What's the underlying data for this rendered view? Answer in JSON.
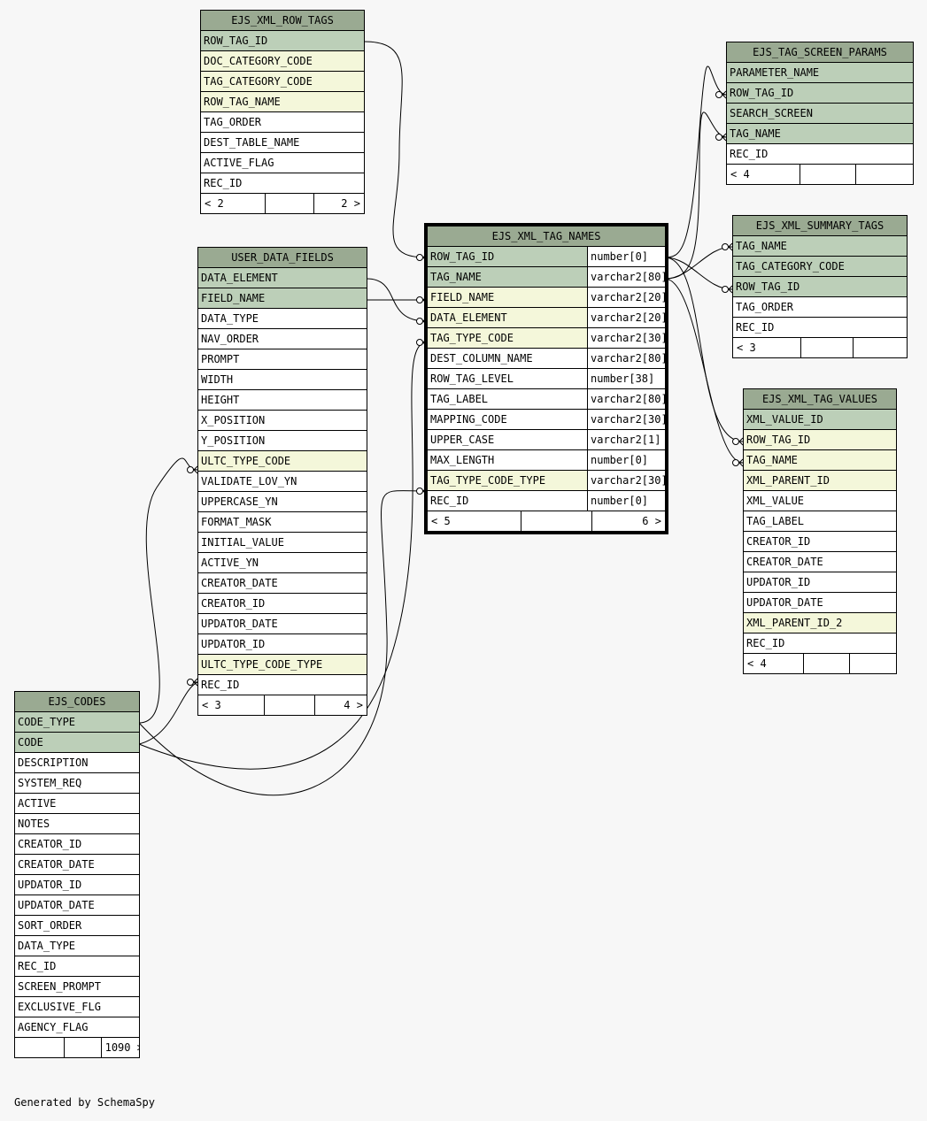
{
  "footer_text": "Generated by SchemaSpy",
  "tables": {
    "ejs_xml_row_tags": {
      "name": "EJS_XML_ROW_TAGS",
      "columns": [
        {
          "name": "ROW_TAG_ID",
          "kind": "pk"
        },
        {
          "name": "DOC_CATEGORY_CODE",
          "kind": "fk"
        },
        {
          "name": "TAG_CATEGORY_CODE",
          "kind": "fk"
        },
        {
          "name": "ROW_TAG_NAME",
          "kind": "fk"
        },
        {
          "name": "TAG_ORDER",
          "kind": "plain"
        },
        {
          "name": "DEST_TABLE_NAME",
          "kind": "plain"
        },
        {
          "name": "ACTIVE_FLAG",
          "kind": "plain"
        },
        {
          "name": "REC_ID",
          "kind": "plain"
        }
      ],
      "footer": {
        "left": "< 2",
        "middle": "",
        "right": "2 >"
      }
    },
    "user_data_fields": {
      "name": "USER_DATA_FIELDS",
      "columns": [
        {
          "name": "DATA_ELEMENT",
          "kind": "pk"
        },
        {
          "name": "FIELD_NAME",
          "kind": "pk"
        },
        {
          "name": "DATA_TYPE",
          "kind": "plain"
        },
        {
          "name": "NAV_ORDER",
          "kind": "plain"
        },
        {
          "name": "PROMPT",
          "kind": "plain"
        },
        {
          "name": "WIDTH",
          "kind": "plain"
        },
        {
          "name": "HEIGHT",
          "kind": "plain"
        },
        {
          "name": "X_POSITION",
          "kind": "plain"
        },
        {
          "name": "Y_POSITION",
          "kind": "plain"
        },
        {
          "name": "ULTC_TYPE_CODE",
          "kind": "fk"
        },
        {
          "name": "VALIDATE_LOV_YN",
          "kind": "plain"
        },
        {
          "name": "UPPERCASE_YN",
          "kind": "plain"
        },
        {
          "name": "FORMAT_MASK",
          "kind": "plain"
        },
        {
          "name": "INITIAL_VALUE",
          "kind": "plain"
        },
        {
          "name": "ACTIVE_YN",
          "kind": "plain"
        },
        {
          "name": "CREATOR_DATE",
          "kind": "plain"
        },
        {
          "name": "CREATOR_ID",
          "kind": "plain"
        },
        {
          "name": "UPDATOR_DATE",
          "kind": "plain"
        },
        {
          "name": "UPDATOR_ID",
          "kind": "plain"
        },
        {
          "name": "ULTC_TYPE_CODE_TYPE",
          "kind": "fk"
        },
        {
          "name": "REC_ID",
          "kind": "plain"
        }
      ],
      "footer": {
        "left": "< 3",
        "middle": "",
        "right": "4 >"
      }
    },
    "ejs_codes": {
      "name": "EJS_CODES",
      "columns": [
        {
          "name": "CODE_TYPE",
          "kind": "pk"
        },
        {
          "name": "CODE",
          "kind": "pk"
        },
        {
          "name": "DESCRIPTION",
          "kind": "plain"
        },
        {
          "name": "SYSTEM_REQ",
          "kind": "plain"
        },
        {
          "name": "ACTIVE",
          "kind": "plain"
        },
        {
          "name": "NOTES",
          "kind": "plain"
        },
        {
          "name": "CREATOR_ID",
          "kind": "plain"
        },
        {
          "name": "CREATOR_DATE",
          "kind": "plain"
        },
        {
          "name": "UPDATOR_ID",
          "kind": "plain"
        },
        {
          "name": "UPDATOR_DATE",
          "kind": "plain"
        },
        {
          "name": "SORT_ORDER",
          "kind": "plain"
        },
        {
          "name": "DATA_TYPE",
          "kind": "plain"
        },
        {
          "name": "REC_ID",
          "kind": "plain"
        },
        {
          "name": "SCREEN_PROMPT",
          "kind": "plain"
        },
        {
          "name": "EXCLUSIVE_FLG",
          "kind": "plain"
        },
        {
          "name": "AGENCY_FLAG",
          "kind": "plain"
        }
      ],
      "footer": {
        "left": "",
        "middle": "",
        "right": "1090 >"
      }
    },
    "ejs_xml_tag_names": {
      "name": "EJS_XML_TAG_NAMES",
      "columns": [
        {
          "name": "ROW_TAG_ID",
          "type": "number[0]",
          "kind": "pk"
        },
        {
          "name": "TAG_NAME",
          "type": "varchar2[80]",
          "kind": "pk"
        },
        {
          "name": "FIELD_NAME",
          "type": "varchar2[20]",
          "kind": "fk"
        },
        {
          "name": "DATA_ELEMENT",
          "type": "varchar2[20]",
          "kind": "fk"
        },
        {
          "name": "TAG_TYPE_CODE",
          "type": "varchar2[30]",
          "kind": "fk"
        },
        {
          "name": "DEST_COLUMN_NAME",
          "type": "varchar2[80]",
          "kind": "plain"
        },
        {
          "name": "ROW_TAG_LEVEL",
          "type": "number[38]",
          "kind": "plain"
        },
        {
          "name": "TAG_LABEL",
          "type": "varchar2[80]",
          "kind": "plain"
        },
        {
          "name": "MAPPING_CODE",
          "type": "varchar2[30]",
          "kind": "plain"
        },
        {
          "name": "UPPER_CASE",
          "type": "varchar2[1]",
          "kind": "plain"
        },
        {
          "name": "MAX_LENGTH",
          "type": "number[0]",
          "kind": "plain"
        },
        {
          "name": "TAG_TYPE_CODE_TYPE",
          "type": "varchar2[30]",
          "kind": "fk"
        },
        {
          "name": "REC_ID",
          "type": "number[0]",
          "kind": "plain"
        }
      ],
      "footer": {
        "left": "< 5",
        "middle": "",
        "right": "6 >"
      }
    },
    "ejs_tag_screen_params": {
      "name": "EJS_TAG_SCREEN_PARAMS",
      "columns": [
        {
          "name": "PARAMETER_NAME",
          "kind": "pk"
        },
        {
          "name": "ROW_TAG_ID",
          "kind": "pk"
        },
        {
          "name": "SEARCH_SCREEN",
          "kind": "pk"
        },
        {
          "name": "TAG_NAME",
          "kind": "pk"
        },
        {
          "name": "REC_ID",
          "kind": "plain"
        }
      ],
      "footer": {
        "left": "< 4",
        "middle": "",
        "right": ""
      }
    },
    "ejs_xml_summary_tags": {
      "name": "EJS_XML_SUMMARY_TAGS",
      "columns": [
        {
          "name": "TAG_NAME",
          "kind": "pk"
        },
        {
          "name": "TAG_CATEGORY_CODE",
          "kind": "pk"
        },
        {
          "name": "ROW_TAG_ID",
          "kind": "pk"
        },
        {
          "name": "TAG_ORDER",
          "kind": "plain"
        },
        {
          "name": "REC_ID",
          "kind": "plain"
        }
      ],
      "footer": {
        "left": "< 3",
        "middle": "",
        "right": ""
      }
    },
    "ejs_xml_tag_values": {
      "name": "EJS_XML_TAG_VALUES",
      "columns": [
        {
          "name": "XML_VALUE_ID",
          "kind": "pk"
        },
        {
          "name": "ROW_TAG_ID",
          "kind": "fk"
        },
        {
          "name": "TAG_NAME",
          "kind": "fk"
        },
        {
          "name": "XML_PARENT_ID",
          "kind": "fk"
        },
        {
          "name": "XML_VALUE",
          "kind": "plain"
        },
        {
          "name": "TAG_LABEL",
          "kind": "plain"
        },
        {
          "name": "CREATOR_ID",
          "kind": "plain"
        },
        {
          "name": "CREATOR_DATE",
          "kind": "plain"
        },
        {
          "name": "UPDATOR_ID",
          "kind": "plain"
        },
        {
          "name": "UPDATOR_DATE",
          "kind": "plain"
        },
        {
          "name": "XML_PARENT_ID_2",
          "kind": "fk"
        },
        {
          "name": "REC_ID",
          "kind": "plain"
        }
      ],
      "footer": {
        "left": "< 4",
        "middle": "",
        "right": ""
      }
    }
  },
  "colors": {
    "header": "#9aaa92",
    "primary_key": "#bccfb8",
    "foreign_key": "#f4f7da",
    "plain": "#ffffff",
    "background": "#f7f7f7"
  }
}
